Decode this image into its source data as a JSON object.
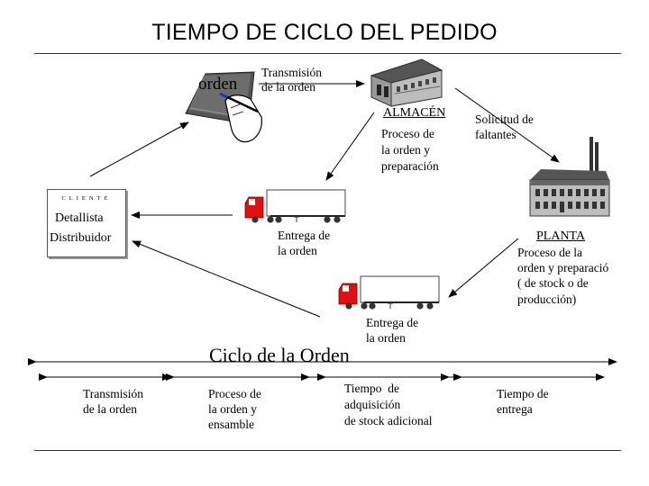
{
  "title": "TIEMPO DE CICLO DEL PEDIDO",
  "nodes": {
    "orden_label": "orden",
    "almacen": {
      "name": "ALMACÉN",
      "process": [
        "Proceso de",
        "la orden y",
        "preparación"
      ]
    },
    "cliente": {
      "header": "CLIENTE",
      "line1": "Detallista",
      "line2": "Distribuidor"
    },
    "planta": {
      "name": "PLANTA",
      "process": [
        "Proceso de la",
        "orden y preparació",
        "( de stock o de",
        "producción)"
      ]
    }
  },
  "flows": {
    "transmision": [
      "Transmisión",
      "de la orden"
    ],
    "solicitud": [
      "Solicitud de",
      "faltantes"
    ],
    "entrega_almacen": [
      "Entrega de",
      "la orden"
    ],
    "entrega_planta": [
      "Entrega de",
      "la orden"
    ]
  },
  "timeline": {
    "title": "Ciclo de la Orden",
    "segments": [
      [
        "Transmisión",
        "de la orden"
      ],
      [
        "Proceso de",
        "la orden y",
        "ensamble"
      ],
      [
        "Tiempo  de",
        "adquisición",
        "de stock adicional"
      ],
      [
        "Tiempo de",
        "entrega"
      ]
    ]
  }
}
